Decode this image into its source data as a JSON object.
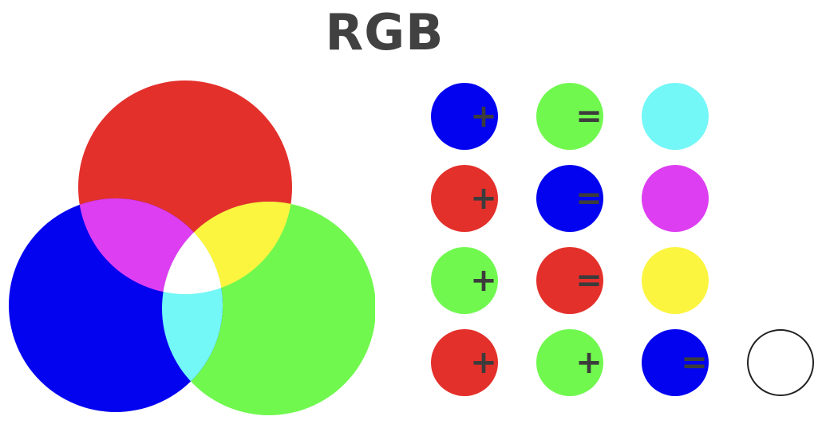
{
  "title": "RGB",
  "colors": {
    "red": "#e4302b",
    "green": "#71f84f",
    "blue": "#0303f0",
    "cyan": "#74f7f7",
    "magenta": "#dd3ef1",
    "yellow": "#fbf53f",
    "white": "#ffffff"
  },
  "venn": {
    "circles": [
      "red",
      "green",
      "blue"
    ],
    "overlaps": {
      "red_blue": "magenta",
      "red_green": "yellow",
      "green_blue": "cyan",
      "all": "white"
    }
  },
  "equations": [
    {
      "operands": [
        "blue",
        "green"
      ],
      "result": "cyan",
      "plus": "+",
      "equals": "="
    },
    {
      "operands": [
        "red",
        "blue"
      ],
      "result": "magenta",
      "plus": "+",
      "equals": "="
    },
    {
      "operands": [
        "green",
        "red"
      ],
      "result": "yellow",
      "plus": "+",
      "equals": "="
    },
    {
      "operands": [
        "red",
        "green",
        "blue"
      ],
      "result": "white",
      "plus": "+",
      "equals": "="
    }
  ]
}
